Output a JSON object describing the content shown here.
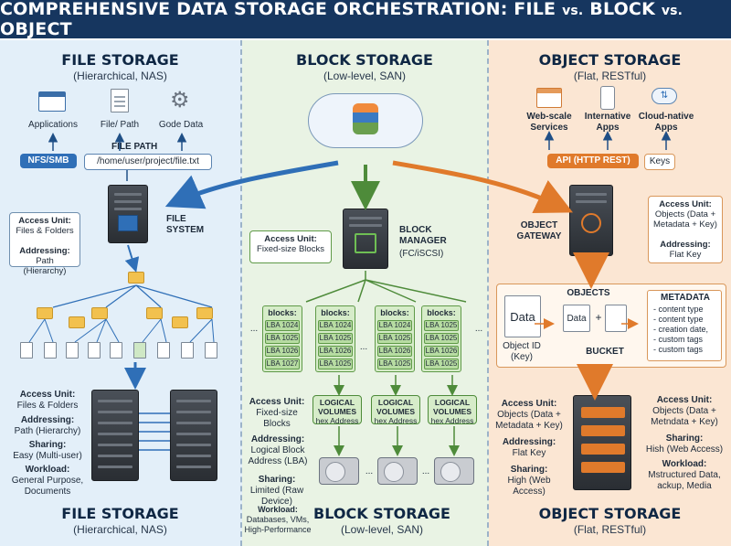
{
  "header": {
    "title_main": "COMPREHENSIVE DATA STORAGE ORCHESTRATION: FILE ",
    "vs1": "vs.",
    "title_block": " BLOCK ",
    "vs2": "vs.",
    "title_object": " OBJECT"
  },
  "colors": {
    "header_bg": "#16365f",
    "file_panel": "#e3eff9",
    "block_panel": "#e9f3e4",
    "object_panel": "#fbe6d3",
    "file_accent": "#2f6fb7",
    "block_accent": "#4e8b3a",
    "object_accent": "#e07a2b"
  },
  "file": {
    "title": "FILE STORAGE",
    "subtitle": "(Hierarchical, NAS)",
    "icons": [
      {
        "label": "Applications",
        "icon": "app-window-icon"
      },
      {
        "label": "File/ Path",
        "icon": "document-icon"
      },
      {
        "label": "Gode Data",
        "icon": "gear-icon"
      }
    ],
    "file_path_label": "FILE PATH",
    "protocol": "NFS/SMB",
    "path": "/home/user/project/file.txt",
    "system_label": "FILE\nSYSTEM",
    "callout": {
      "access_unit_label": "Access Unit:",
      "access_unit": "Files & Folders",
      "addressing_label": "Addressing:",
      "addressing": "Path (Hierarchy)"
    },
    "details": [
      {
        "label": "Access Unit:",
        "value": "Files & Folders"
      },
      {
        "label": "Addressing:",
        "value": "Path (Hierarchy)"
      },
      {
        "label": "Sharing:",
        "value": "Easy (Multi-user)"
      },
      {
        "label": "Workload:",
        "value": "General Purpose, Documents"
      }
    ],
    "footer_title": "FILE STORAGE",
    "footer_sub": "(Hierarchical, NAS)"
  },
  "block": {
    "title": "BLOCK STORAGE",
    "subtitle": "(Low-level, SAN)",
    "manager_label": "BLOCK MANAGER",
    "manager_protocol": "(FC/iSCSI)",
    "callout": {
      "access_unit_label": "Access Unit:",
      "access_unit": "Fixed-size Blocks"
    },
    "block_columns": [
      {
        "header": "blocks:",
        "cells": [
          "LBA 1024",
          "LBA 1025",
          "LBA 1026",
          "LBA 1027"
        ]
      },
      {
        "header": "blocks:",
        "cells": [
          "LBA 1024",
          "LBA 1025",
          "LBA 1026",
          "LBA 1025"
        ]
      },
      {
        "header": "blocks:",
        "cells": [
          "LBA 1024",
          "LBA 1025",
          "LBA 1026",
          "LBA 1025"
        ]
      },
      {
        "header": "blocks:",
        "cells": [
          "LBA 1025",
          "LBA 1025",
          "LBA 1026",
          "LBA 1025"
        ]
      }
    ],
    "ellipsis": "...",
    "volumes": [
      {
        "title": "LOGICAL VOLUMES",
        "sub": "hex Address"
      },
      {
        "title": "LOGICAL VOLUMES",
        "sub": "hex Address"
      },
      {
        "title": "LOGICAL VOLUMES",
        "sub": "hex Address"
      }
    ],
    "details": [
      {
        "label": "Access Unit:",
        "value": "Fixed-size Blocks"
      },
      {
        "label": "Addressing:",
        "value": "Logical Block Address (LBA)"
      },
      {
        "label": "Sharing:",
        "value": "Limited (Raw Device)"
      },
      {
        "label": "Workload:",
        "value": "Databases, VMs, High-Performance"
      }
    ],
    "footer_title": "BLOCK STORAGE",
    "footer_sub": "(Low-level, SAN)"
  },
  "object": {
    "title": "OBJECT STORAGE",
    "subtitle": "(Flat, RESTful)",
    "icons": [
      {
        "label": "Web-scale Services",
        "icon": "browser-icon"
      },
      {
        "label": "Internative Apps",
        "icon": "mobile-app-icon"
      },
      {
        "label": "Cloud-native Apps",
        "icon": "cloud-sync-icon"
      }
    ],
    "api_label": "API (HTTP REST)",
    "keys_label": "Keys",
    "gateway_label": "OBJECT GATEWAY",
    "callout": {
      "access_unit_label": "Access Unit:",
      "access_unit": "Objects (Data + Metadata + Key)",
      "addressing_label": "Addressing:",
      "addressing": "Flat Key"
    },
    "objects_label": "OBJECTS",
    "data_label": "Data",
    "object_id": "Object ID (Key)",
    "bucket_label": "BUCKET",
    "metadata": {
      "title": "METADATA",
      "items": [
        "- content type",
        "- content type",
        "- creation date,",
        "- custom tags",
        "- custom tags"
      ]
    },
    "details_left": [
      {
        "label": "Access Unit:",
        "value": "Objects (Data + Metadata + Key)"
      },
      {
        "label": "Addressing:",
        "value": "Flat Key"
      },
      {
        "label": "Sharing:",
        "value": "High (Web Access)"
      }
    ],
    "details_right": [
      {
        "label": "Access Unit:",
        "value": "Objects (Data + Metndata + Key)"
      },
      {
        "label": "Sharing:",
        "value": "Hish (Web Access)"
      },
      {
        "label": "Workload:",
        "value": "Mstructured Data, ackup, Media"
      }
    ],
    "footer_title": "OBJECT STORAGE",
    "footer_sub": "(Flat, RESTful)"
  }
}
